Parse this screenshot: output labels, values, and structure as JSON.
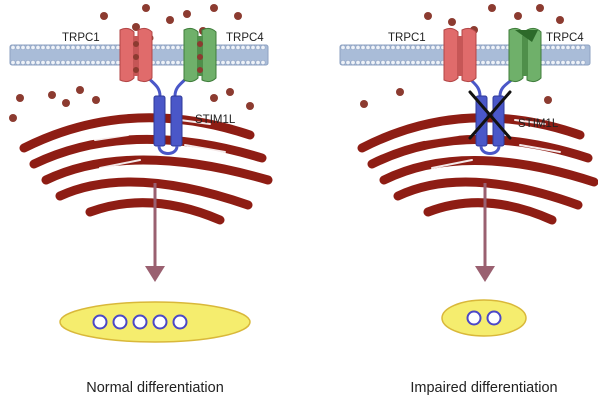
{
  "panels": [
    {
      "channel_left": "TRPC1",
      "channel_right": "TRPC4",
      "sensor": "STIM1L",
      "caption": "Normal differentiation",
      "nuclei": 5,
      "sensor_blocked": false
    },
    {
      "channel_left": "TRPC1",
      "channel_right": "TRPC4",
      "sensor": "STIM1L",
      "caption": "Impaired differentiation",
      "nuclei": 2,
      "sensor_blocked": true
    }
  ],
  "colors": {
    "membrane": "#a9bcd8",
    "channel_left": "#e06b6b",
    "channel_right": "#6fb06a",
    "sensor": "#4a57c8",
    "er": "#8e1d14",
    "calcium": "#8c3b30",
    "arrow": "#9a6070",
    "cell_fill": "#f5ed6e",
    "cell_stroke": "#d9b83a",
    "nucleus": "#4b47c8"
  }
}
